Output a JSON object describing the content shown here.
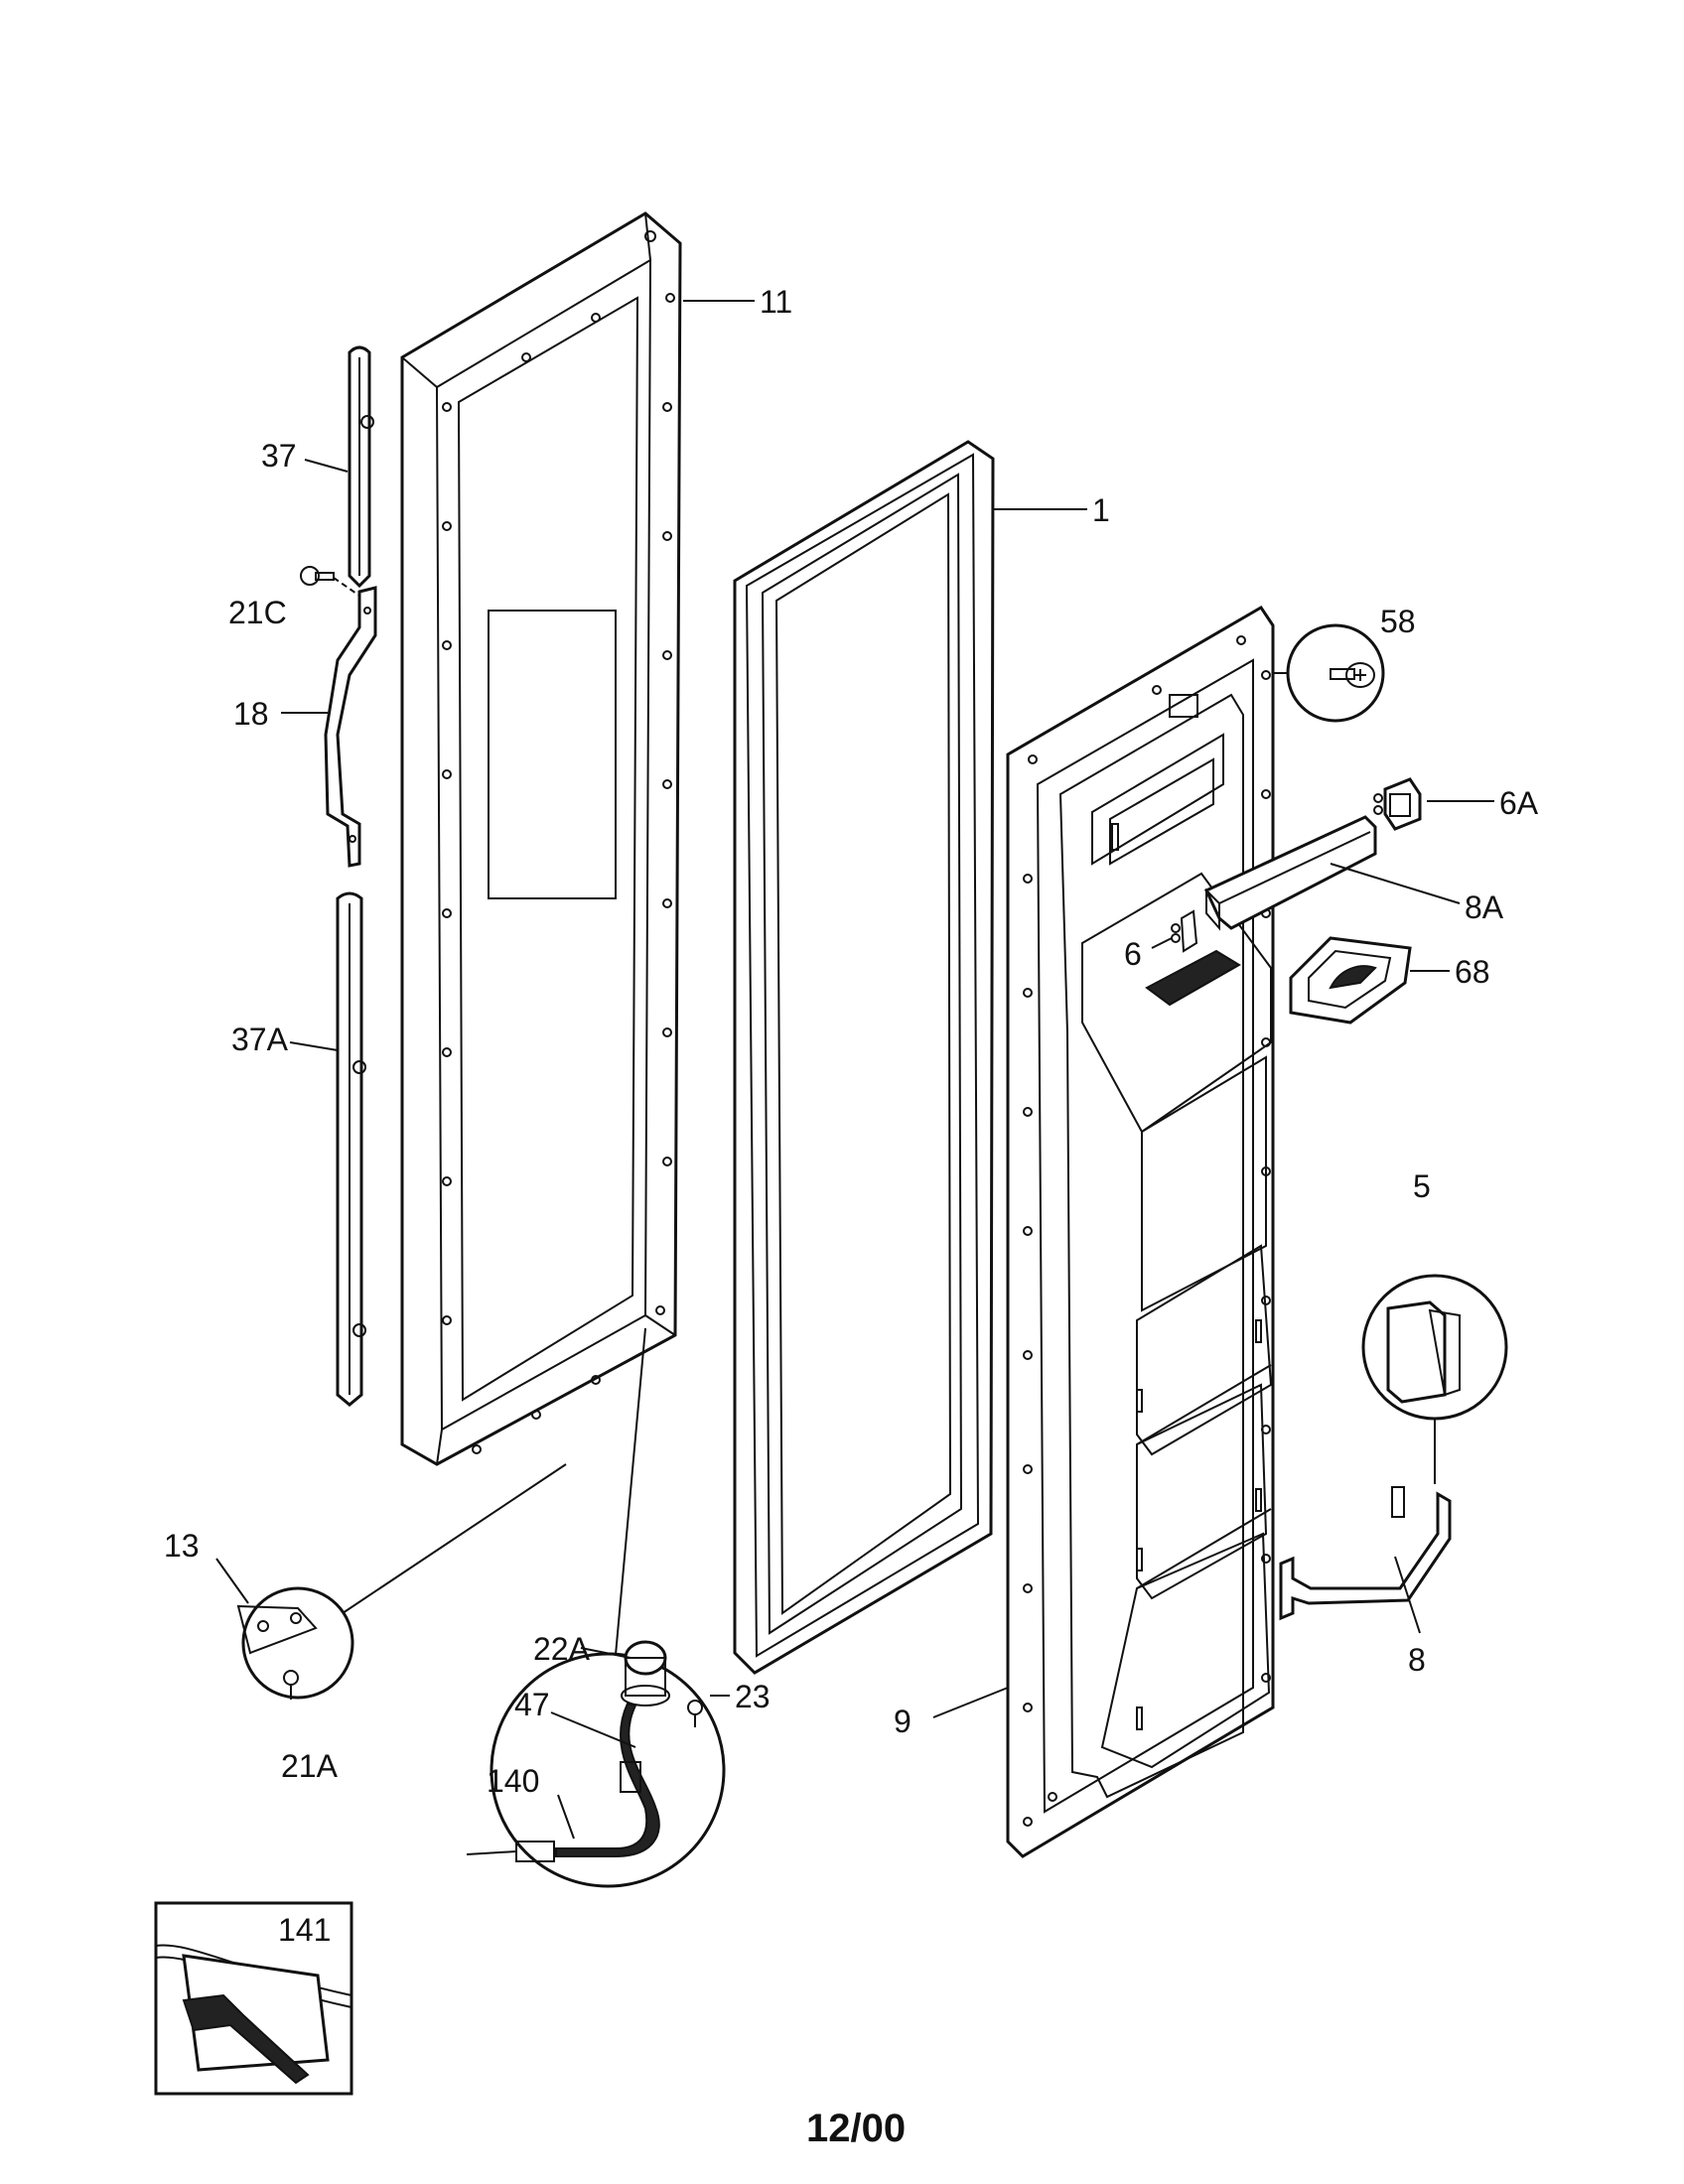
{
  "callouts": {
    "c11": "11",
    "c1": "1",
    "c37": "37",
    "c21C": "21C",
    "c18": "18",
    "c37A": "37A",
    "c58": "58",
    "c6A": "6A",
    "c8A": "8A",
    "c6": "6",
    "c68": "68",
    "c5": "5",
    "c8": "8",
    "c9": "9",
    "c13": "13",
    "c21A": "21A",
    "c22A": "22A",
    "c47": "47",
    "c23": "23",
    "c140": "140",
    "c141": "141"
  },
  "footer": {
    "code": "12/00"
  }
}
